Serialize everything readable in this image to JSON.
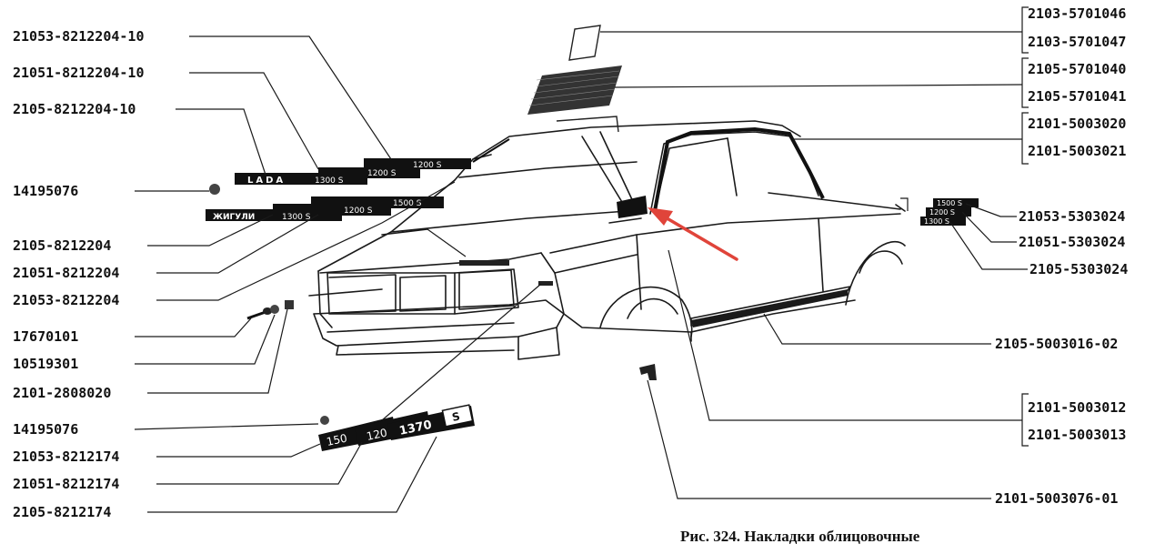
{
  "left_labels": [
    "21053-8212204-10",
    "21051-8212204-10",
    "2105-8212204-10",
    "14195076",
    "2105-8212204",
    "21051-8212204",
    "21053-8212204",
    "17670101",
    "10519301",
    "2101-2808020",
    "14195076",
    "21053-8212174",
    "21051-8212174",
    "2105-8212174"
  ],
  "right_labels": [
    "2103-5701046",
    "2103-5701047",
    "2105-5701040",
    "2105-5701041",
    "2101-5003020",
    "2101-5003021",
    "21053-5303024",
    "21051-5303024",
    "2105-5303024",
    "2105-5003016-02",
    "2101-5003012",
    "2101-5003013",
    "2101-5003076-01"
  ],
  "badges": {
    "lada": "LADA",
    "n1300": "1300 S",
    "n1200": "1200 S",
    "n1500": "1500 S",
    "zhiguli": "ЖИГУЛИ",
    "bottom_1370": "1370",
    "bottom_s": "S",
    "bottom_150": "150",
    "bottom_120": "120"
  },
  "caption": "Рис. 324. Накладки облицовочные",
  "colors": {
    "ink": "#1a1a1a",
    "arrow": "#e0443a",
    "paper": "#ffffff"
  }
}
